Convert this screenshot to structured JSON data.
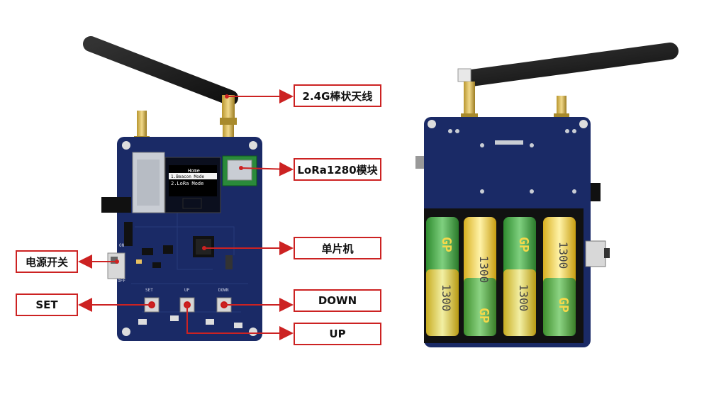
{
  "labels": {
    "antenna": "2.4G棒状天线",
    "lora": "LoRa1280模块",
    "mcu": "单片机",
    "power": "电源开关",
    "set": "SET",
    "down": "DOWN",
    "up": "UP"
  },
  "oled": {
    "line1": "Home",
    "line2": "1.Beacon Mode",
    "line3": "2.LoRa Mode"
  },
  "silkscreen": {
    "set": "SET",
    "up": "UP",
    "down": "DOWN",
    "on": "ON",
    "off": "OFF"
  },
  "battery": {
    "brand": "GP",
    "capacity": "1300"
  },
  "colors": {
    "pcb": "#1a2a66",
    "arrow": "#cc2222",
    "battery_green": "#3aa53a",
    "battery_yellow": "#e9c531"
  }
}
